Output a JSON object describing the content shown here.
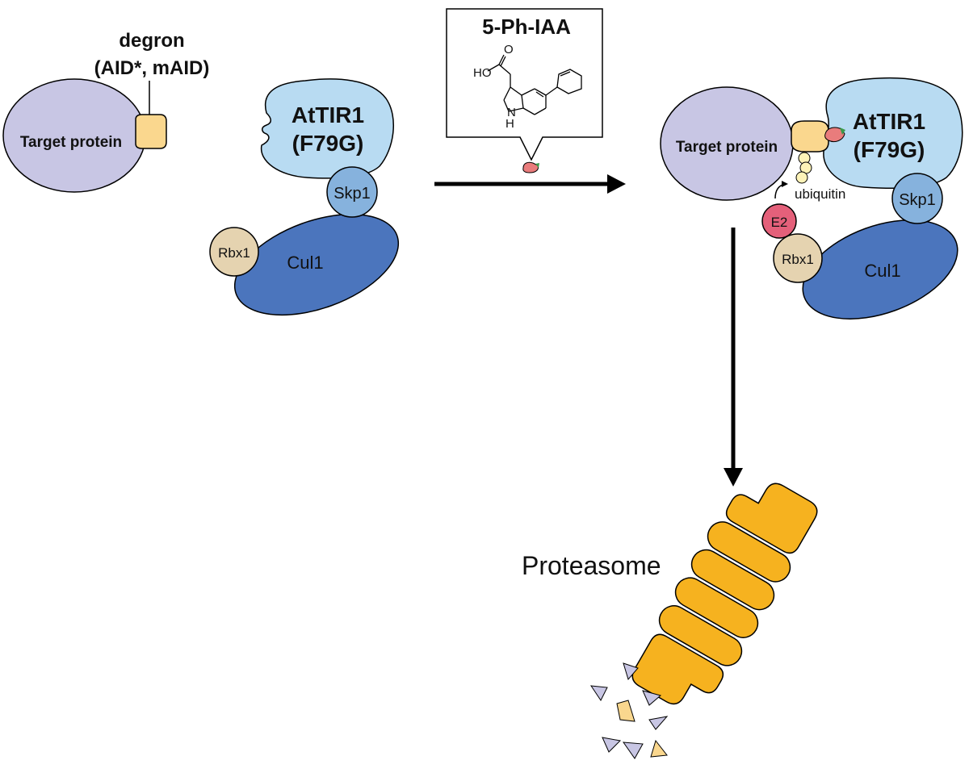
{
  "left_panel": {
    "degron_label_line1": "degron",
    "degron_label_line2": "(AID*, mAID)",
    "target_label": "Target protein",
    "tir1_label_line1": "AtTIR1",
    "tir1_label_line2": "(F79G)",
    "skp1_label": "Skp1",
    "rbx1_label": "Rbx1",
    "cul1_label": "Cul1"
  },
  "ligand_box": {
    "title": "5-Ph-IAA",
    "atom_ho": "HO",
    "atom_o": "O",
    "atom_n": "N",
    "atom_h": "H"
  },
  "right_panel": {
    "target_label": "Target protein",
    "tir1_label_line1": "AtTIR1",
    "tir1_label_line2": "(F79G)",
    "skp1_label": "Skp1",
    "rbx1_label": "Rbx1",
    "cul1_label": "Cul1",
    "e2_label": "E2",
    "ubiquitin_label": "ubiquitin"
  },
  "proteasome_label": "Proteasome",
  "colors": {
    "target": "#c8c6e4",
    "degron": "#fad78e",
    "tir1": "#b8dbf2",
    "skp1": "#86b2dd",
    "cul1": "#4b75bd",
    "rbx1": "#e5d3b0",
    "e2": "#e4607a",
    "ligand": "#e97c7c",
    "ligand_tip": "#3a9a4a",
    "ubiquitin": "#fdf3b8",
    "proteasome": "#f6b21f",
    "fragment_purple": "#c8c6e4",
    "fragment_yellow": "#fad78e"
  }
}
